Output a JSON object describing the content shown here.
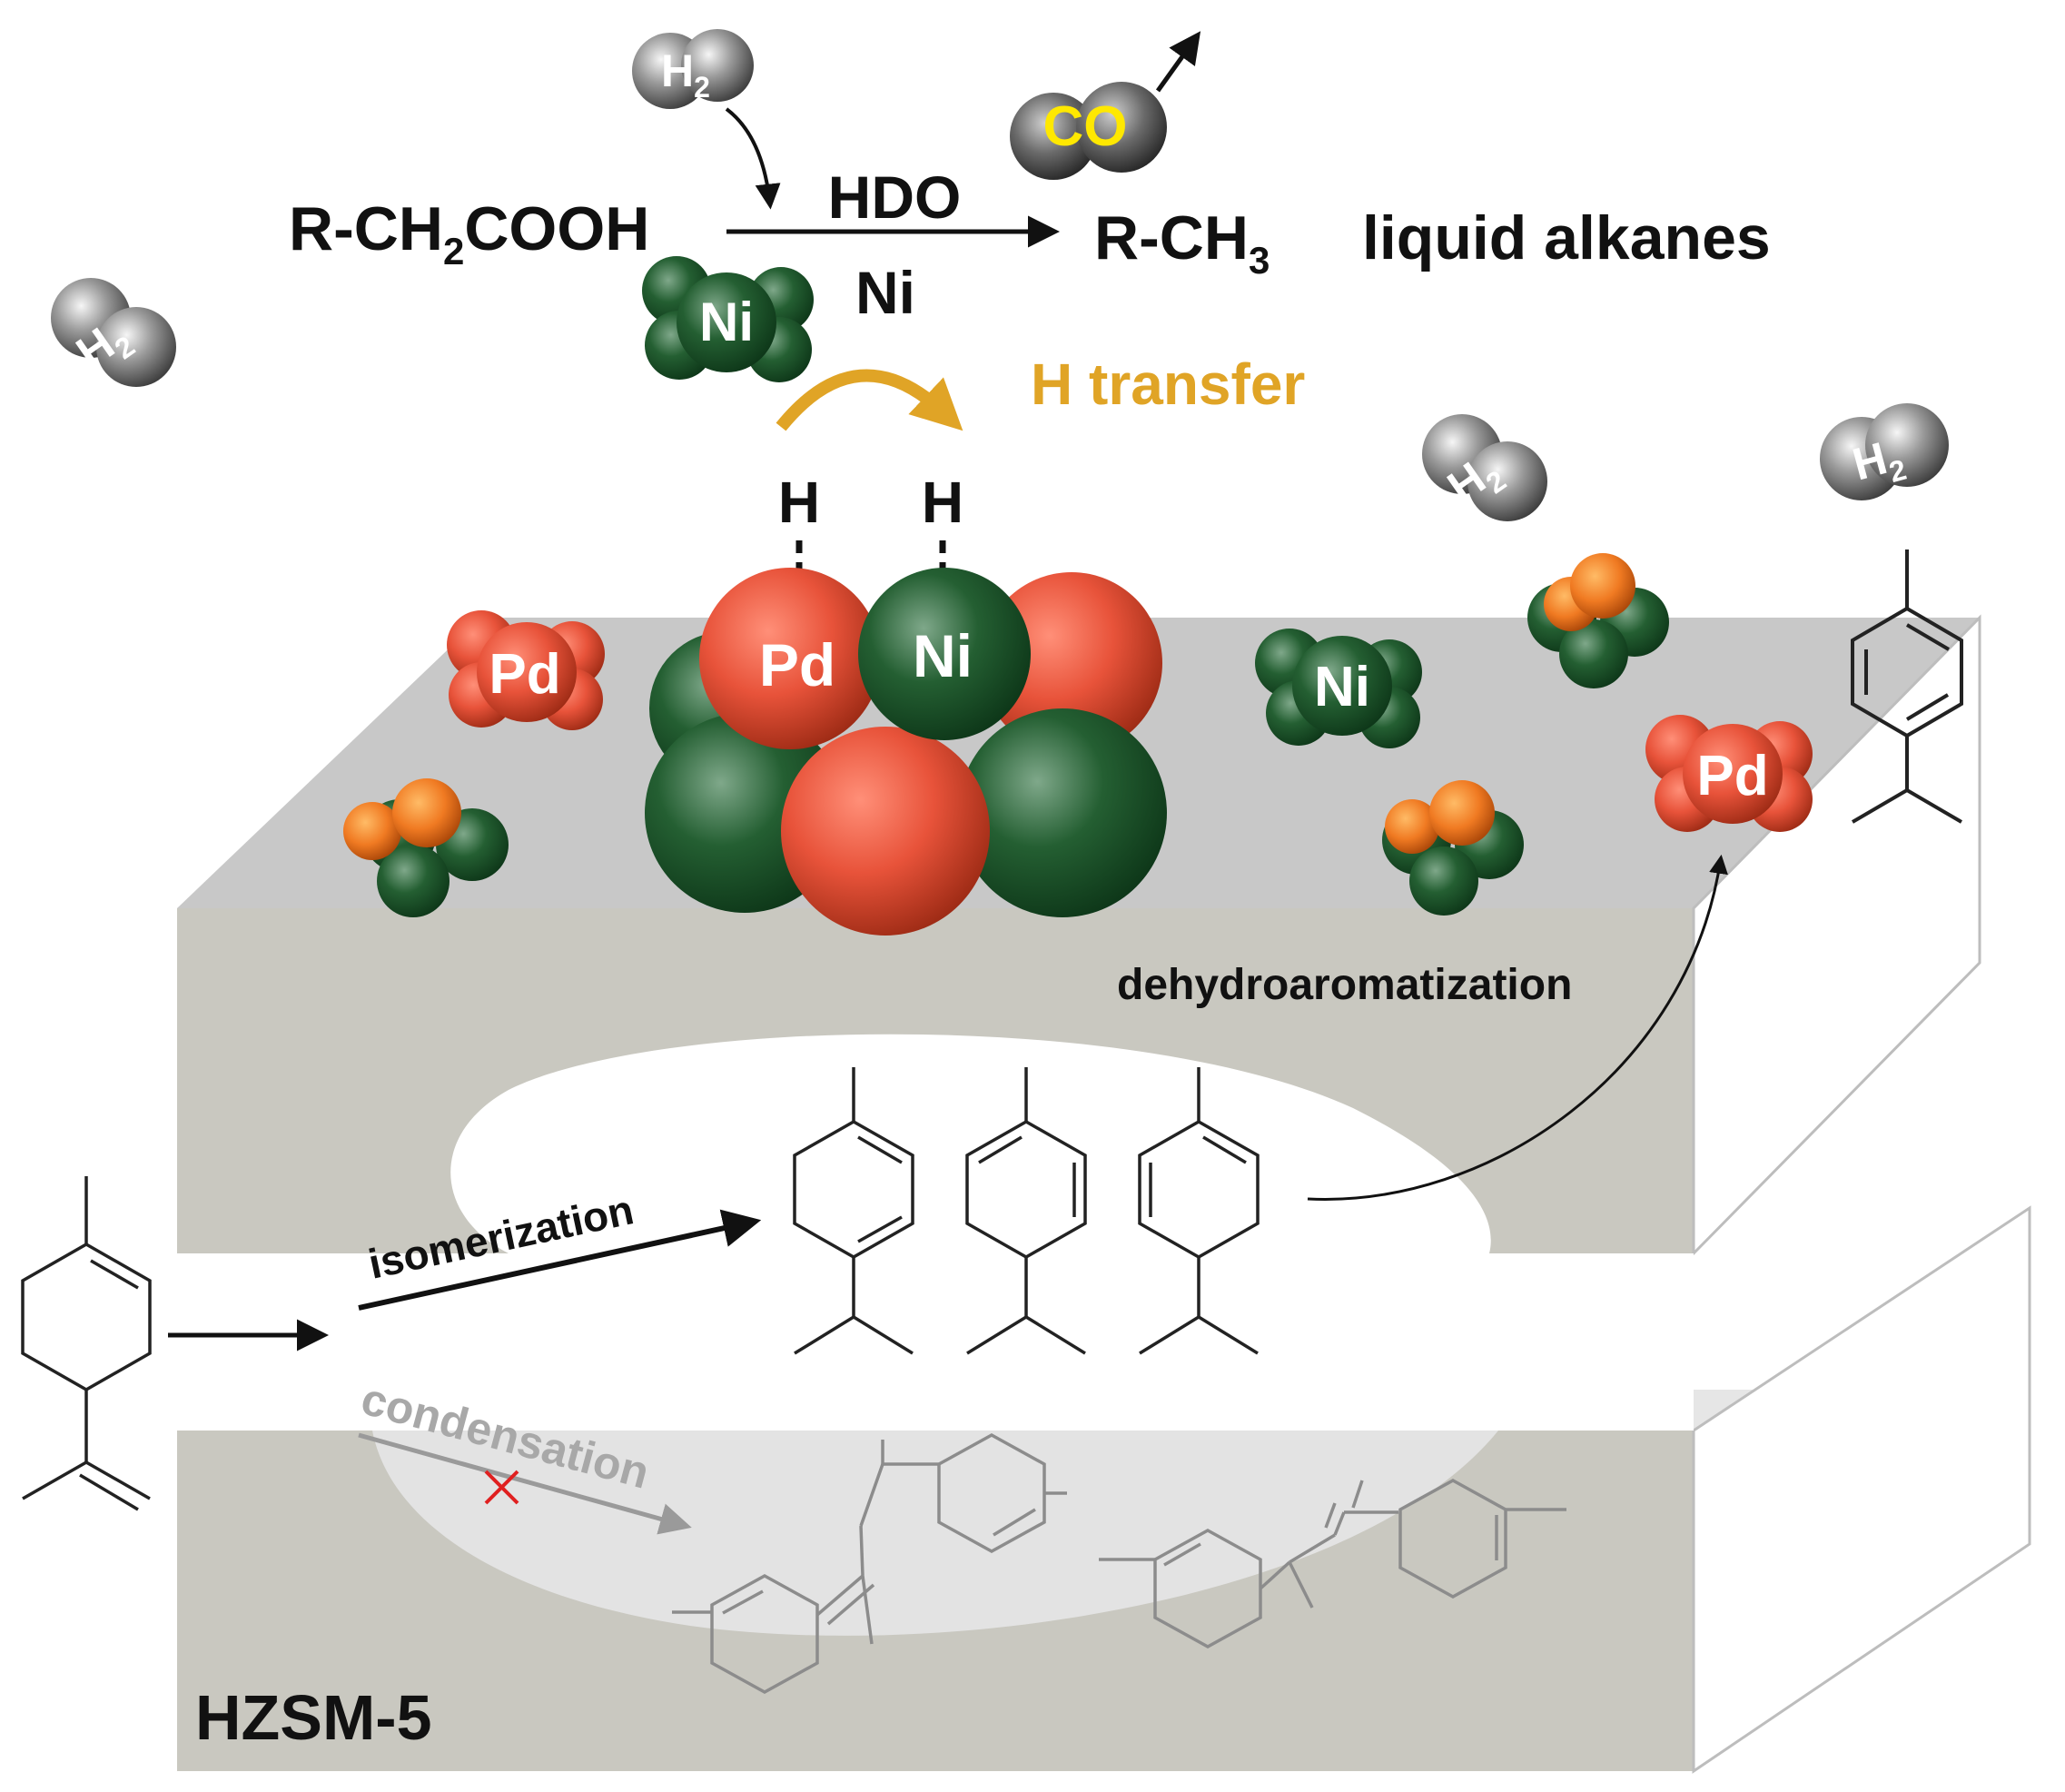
{
  "reaction": {
    "reactant_prefix": "R-CH",
    "reactant_sub": "2",
    "reactant_suffix": "COOH",
    "process": "HDO",
    "catalyst": "Ni",
    "product_prefix": "R-CH",
    "product_sub": "3",
    "product_name": "liquid alkanes",
    "byproduct": "CO"
  },
  "h_transfer": {
    "label": "H transfer",
    "atom": "H",
    "color": "#E0A426"
  },
  "molecules": {
    "hydrogen_main": "H",
    "hydrogen_sub": "2"
  },
  "atoms": {
    "pd": "Pd",
    "ni": "Ni"
  },
  "processes": {
    "dehydroaromatization": "dehydroaromatization",
    "isomerization": "isomerization",
    "condensation": "condensation"
  },
  "support": {
    "label": "HZSM-5"
  },
  "colors": {
    "pd_red": "#E8533A",
    "ni_green": "#1E5E2E",
    "co_yellow": "#FFE800",
    "support_top": "#C8C8C8",
    "support_front": "#C9C8C0",
    "cross_red": "#E02020"
  }
}
